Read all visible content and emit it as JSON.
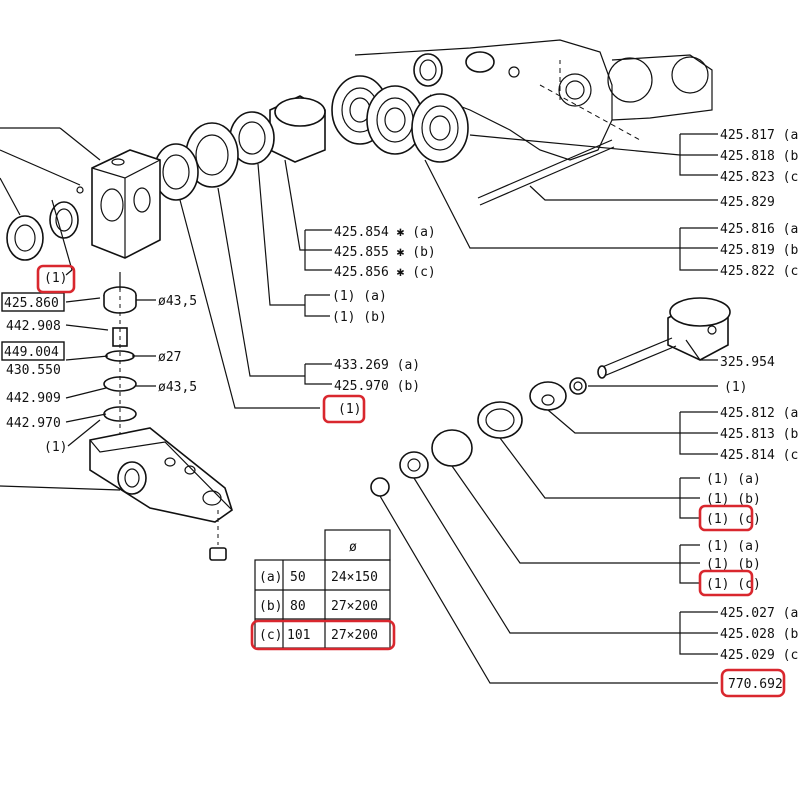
{
  "colors": {
    "highlight": "#d9272e",
    "ink": "#111111",
    "paper": "#ffffff"
  },
  "labels": {
    "p425817": "425.817 (a)",
    "p425818": "425.818 (b)",
    "p425823": "425.823 (c)",
    "p425829": "425.829",
    "p425816": "425.816 (a)",
    "p425819": "425.819 (b)",
    "p425822": "425.822 (c)",
    "p425854": "425.854 ✱ (a)",
    "p425855": "425.855 ✱ (b)",
    "p425856": "425.856 ✱ (c)",
    "mid_1a": "(1) (a)",
    "mid_1b": "(1) (b)",
    "p433269": "433.269 (a)",
    "p425970": "425.970 (b)",
    "mid_1": "(1)",
    "p325954": "325.954",
    "r_1": "(1)",
    "p425812": "425.812 (a)",
    "p425813": "425.813 (b)",
    "p425814": "425.814 (c)",
    "g1_a": "(1) (a)",
    "g1_b": "(1) (b)",
    "g1_c": "(1) (c)",
    "g2_a": "(1) (a)",
    "g2_b": "(1) (b)",
    "g2_c": "(1) (c)",
    "p425027": "425.027 (a)",
    "p425028": "425.028 (b)",
    "p425029": "425.029 (c)",
    "p770692": "770.692",
    "left_1": "(1)",
    "p425860": "425.860",
    "p442908": "442.908",
    "d435a": "ø43,5",
    "p449004": "449.004",
    "p430550": "430.550",
    "d27": "ø27",
    "p442909": "442.909",
    "d435b": "ø43,5",
    "p442970": "442.970",
    "left_1b": "(1)"
  },
  "table": {
    "header_symbol": "ø",
    "rows": [
      {
        "variant": "(a)",
        "qty": "50",
        "size": "24×150"
      },
      {
        "variant": "(b)",
        "qty": "80",
        "size": "27×200"
      },
      {
        "variant": "(c)",
        "qty": "101",
        "size": "27×200"
      }
    ]
  },
  "icons": [
    "seal-ring-icon",
    "valve-seat-icon",
    "piston-icon",
    "manifold-icon",
    "nut-icon"
  ]
}
